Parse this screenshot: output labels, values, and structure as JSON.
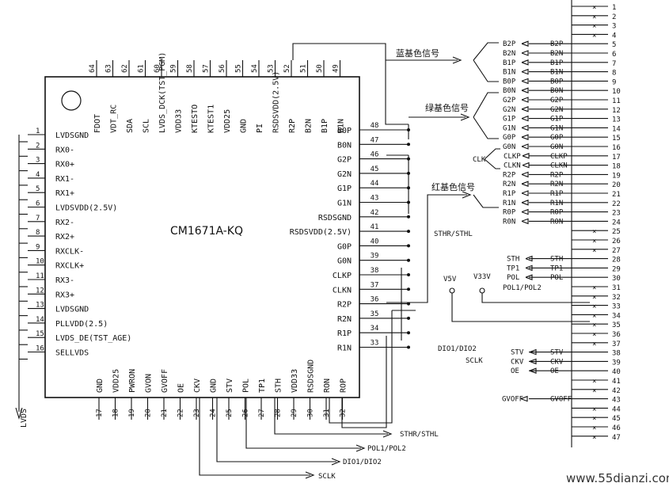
{
  "chip": {
    "name": "CM1671A-KQ"
  },
  "left_pins": [
    {
      "num": "1",
      "label": "LVDSGND"
    },
    {
      "num": "2",
      "label": "RX0-"
    },
    {
      "num": "3",
      "label": "RX0+"
    },
    {
      "num": "4",
      "label": "RX1-"
    },
    {
      "num": "5",
      "label": "RX1+"
    },
    {
      "num": "6",
      "label": "LVDSVDD(2.5V)"
    },
    {
      "num": "7",
      "label": "RX2-"
    },
    {
      "num": "8",
      "label": "RX2+"
    },
    {
      "num": "9",
      "label": "RXCLK-"
    },
    {
      "num": "10",
      "label": "RXCLK+"
    },
    {
      "num": "11",
      "label": "RX3-"
    },
    {
      "num": "12",
      "label": "RX3+"
    },
    {
      "num": "13",
      "label": "LVDSGND"
    },
    {
      "num": "14",
      "label": "PLLVDD(2.5)"
    },
    {
      "num": "15",
      "label": "LVDS_DE(TST_AGE)"
    },
    {
      "num": "16",
      "label": "SELLVDS"
    }
  ],
  "right_pins": [
    {
      "num": "48",
      "label": "B0P"
    },
    {
      "num": "47",
      "label": "B0N"
    },
    {
      "num": "46",
      "label": "G2P"
    },
    {
      "num": "45",
      "label": "G2N"
    },
    {
      "num": "44",
      "label": "G1P"
    },
    {
      "num": "43",
      "label": "G1N"
    },
    {
      "num": "42",
      "label": "RSDSGND"
    },
    {
      "num": "41",
      "label": "RSDSVDD(2.5V)"
    },
    {
      "num": "40",
      "label": "G0P"
    },
    {
      "num": "39",
      "label": "G0N"
    },
    {
      "num": "38",
      "label": "CLKP"
    },
    {
      "num": "37",
      "label": "CLKN"
    },
    {
      "num": "36",
      "label": "R2P"
    },
    {
      "num": "35",
      "label": "R2N"
    },
    {
      "num": "34",
      "label": "R1P"
    },
    {
      "num": "33",
      "label": "R1N"
    }
  ],
  "top_pins": [
    {
      "num": "64",
      "label": "FDOT"
    },
    {
      "num": "63",
      "label": "VDT_RC"
    },
    {
      "num": "62",
      "label": "SDA"
    },
    {
      "num": "61",
      "label": "SCL"
    },
    {
      "num": "60",
      "label": "LVDS_DCK(TST_PGM)"
    },
    {
      "num": "59",
      "label": "VDD33"
    },
    {
      "num": "58",
      "label": "KTESTO"
    },
    {
      "num": "57",
      "label": "KTEST1"
    },
    {
      "num": "56",
      "label": "VDD25"
    },
    {
      "num": "55",
      "label": "GND"
    },
    {
      "num": "54",
      "label": "PI"
    },
    {
      "num": "53",
      "label": "RSDSVDD(2.5V)"
    },
    {
      "num": "52",
      "label": "R2P"
    },
    {
      "num": "51",
      "label": "B2N"
    },
    {
      "num": "50",
      "label": "B1P"
    },
    {
      "num": "49",
      "label": "B1N"
    }
  ],
  "bottom_pins": [
    {
      "num": "17",
      "label": "GND"
    },
    {
      "num": "18",
      "label": "VDD25"
    },
    {
      "num": "19",
      "label": "PWRON"
    },
    {
      "num": "20",
      "label": "GVON"
    },
    {
      "num": "21",
      "label": "GVOFF"
    },
    {
      "num": "22",
      "label": "OE"
    },
    {
      "num": "23",
      "label": "CKV"
    },
    {
      "num": "24",
      "label": "GND"
    },
    {
      "num": "25",
      "label": "STV"
    },
    {
      "num": "26",
      "label": "POL"
    },
    {
      "num": "27",
      "label": "TP1"
    },
    {
      "num": "28",
      "label": "STH"
    },
    {
      "num": "29",
      "label": "VDD33"
    },
    {
      "num": "30",
      "label": "RSDSGND"
    },
    {
      "num": "31",
      "label": "RON"
    },
    {
      "num": "32",
      "label": "ROP"
    }
  ],
  "groups": {
    "blue": "蓝基色信号",
    "green": "绿基色信号",
    "red": "红基色信号",
    "clk": "CLK",
    "sth_stl": "STHR/STHL"
  },
  "bus_blue": [
    "B2P",
    "B2N",
    "B1P",
    "B1N",
    "B0P",
    "B0N"
  ],
  "bus_green": [
    "G2P",
    "G2N",
    "G1P",
    "G1N",
    "G0P",
    "G0N"
  ],
  "bus_clk": [
    "CLKP",
    "CLKN"
  ],
  "bus_red": [
    "R2P",
    "R2N",
    "R1P",
    "R1N",
    "R0P",
    "R0N"
  ],
  "bus_tp": [
    "STH",
    "TP1",
    "POL"
  ],
  "bus_stv": [
    "STV",
    "CKV",
    "OE"
  ],
  "bus_gvoff": [
    "GVOFF"
  ],
  "connector": {
    "pins": [
      "1",
      "2",
      "3",
      "4",
      "5",
      "6",
      "7",
      "8",
      "9",
      "10",
      "11",
      "12",
      "13",
      "14",
      "15",
      "16",
      "17",
      "18",
      "19",
      "20",
      "21",
      "22",
      "23",
      "24",
      "25",
      "26",
      "27",
      "28",
      "29",
      "30",
      "31",
      "32",
      "33",
      "34",
      "35",
      "36",
      "37",
      "38",
      "39",
      "40",
      "41",
      "42",
      "43",
      "44",
      "45",
      "46",
      "47"
    ],
    "labels": [
      "",
      "",
      "",
      "",
      "B2P",
      "B2N",
      "B1P",
      "B1N",
      "B0P",
      "B0N",
      "G2P",
      "G2N",
      "G1P",
      "G1N",
      "G0P",
      "G0N",
      "CLKP",
      "CLKN",
      "R2P",
      "R2N",
      "R1P",
      "R1N",
      "R0P",
      "R0N",
      "",
      "",
      "",
      "STH",
      "TP1",
      "POL",
      "",
      "",
      "",
      "",
      "",
      "",
      "",
      "STV",
      "CKV",
      "OE",
      "",
      "",
      "GVOFF",
      "",
      "",
      "",
      ""
    ]
  },
  "misc": {
    "v5v": "V5V",
    "v33v": "V33V",
    "pol12": "POL1/POL2",
    "dio": "DIO1/DIO2",
    "sclk": "SCLK",
    "lvds": "LVDS",
    "bottom_sth": "STHR/STHL",
    "bottom_pol": "POL1/POL2",
    "bottom_dio": "DIO1/DIO2",
    "bottom_sclk": "SCLK",
    "watermark": "www.55dianzi.com"
  }
}
